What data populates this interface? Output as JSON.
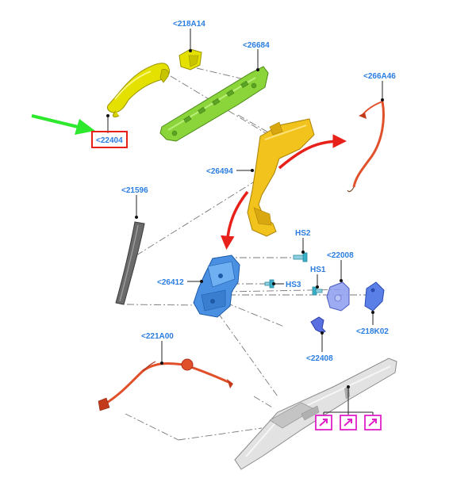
{
  "diagram": {
    "parts": [
      {
        "id": "p22404",
        "label": "<22404",
        "color": "#e4e000",
        "highlighted": true
      },
      {
        "id": "p218A14",
        "label": "<218A14",
        "color": "#e4e000"
      },
      {
        "id": "p26684",
        "label": "<26684",
        "color": "#8bd43a"
      },
      {
        "id": "p266A46",
        "label": "<266A46",
        "color": "#e0502a"
      },
      {
        "id": "p26494",
        "label": "<26494",
        "color": "#f2c21d"
      },
      {
        "id": "p21596",
        "label": "<21596",
        "color": "#6a6a6a"
      },
      {
        "id": "pHS2",
        "label": "HS2",
        "color": "#3ab0c8"
      },
      {
        "id": "p22008",
        "label": "<22008",
        "color": "#8c9cf0"
      },
      {
        "id": "pHS1",
        "label": "HS1",
        "color": "#3ab0c8"
      },
      {
        "id": "pHS3",
        "label": "HS3",
        "color": "#3ab0c8"
      },
      {
        "id": "p26412",
        "label": "<26412",
        "color": "#4a90e2"
      },
      {
        "id": "p218K02",
        "label": "<218K02",
        "color": "#5a7fe6"
      },
      {
        "id": "p22408",
        "label": "<22408",
        "color": "#5a70e0"
      },
      {
        "id": "p221A00",
        "label": "<221A00",
        "color": "#e0502a"
      },
      {
        "id": "pTrim",
        "label": "",
        "color": "#d8d8d8"
      }
    ],
    "pointer_arrow_color": "#2ee82e",
    "motion_arrow_color": "#e8201a",
    "highlight_color": "#e8201a",
    "link_icon_color": "#e020c8",
    "link_icons": [
      {
        "icon": "external-link-icon"
      },
      {
        "icon": "external-link-icon"
      },
      {
        "icon": "external-link-icon"
      }
    ]
  }
}
